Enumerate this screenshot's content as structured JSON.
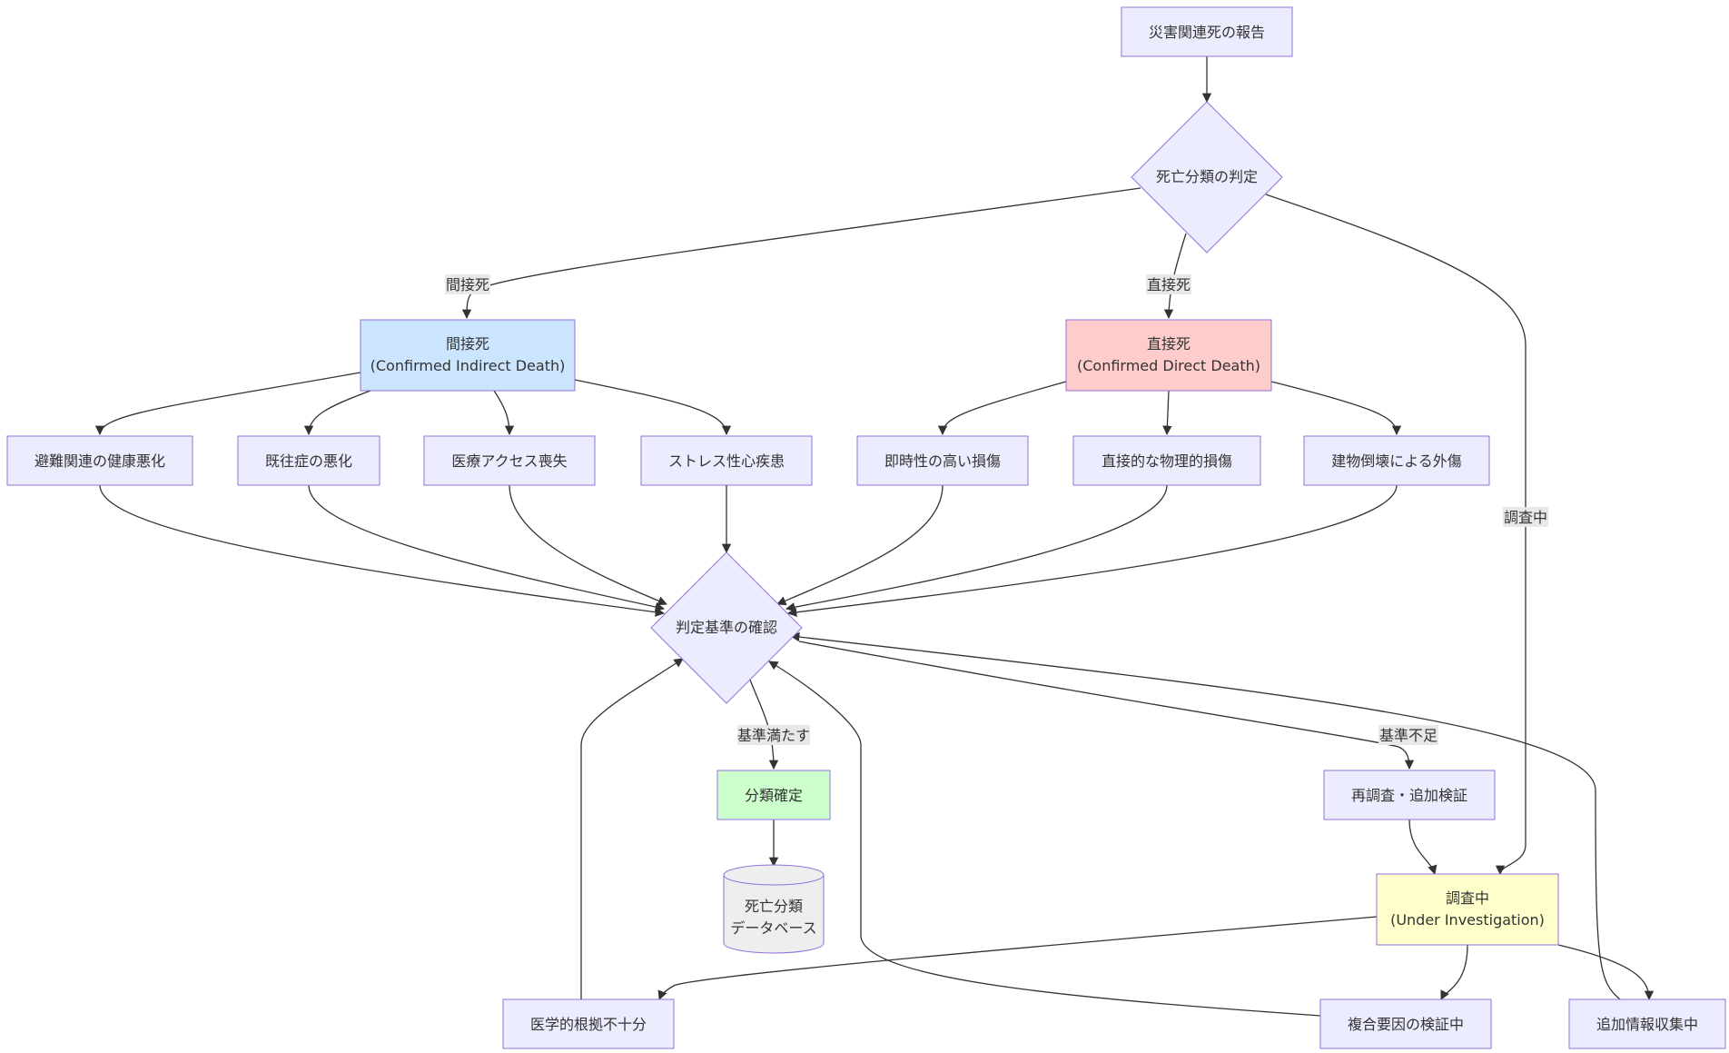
{
  "diagram": {
    "nodes": {
      "report": {
        "lines": [
          "災害関連死の報告"
        ],
        "fill": "#ececff",
        "stroke": "#9370db"
      },
      "classify": {
        "lines": [
          "死亡分類の判定"
        ],
        "fill": "#ececff",
        "stroke": "#9370db"
      },
      "indirect": {
        "lines": [
          "間接死",
          "(Confirmed Indirect Death)"
        ],
        "fill": "#cce5ff",
        "stroke": "#9370db"
      },
      "direct": {
        "lines": [
          "直接死",
          "(Confirmed Direct Death)"
        ],
        "fill": "#ffcccc",
        "stroke": "#9370db"
      },
      "evac": {
        "lines": [
          "避難関連の健康悪化"
        ],
        "fill": "#ececff",
        "stroke": "#9370db"
      },
      "preexist": {
        "lines": [
          "既往症の悪化"
        ],
        "fill": "#ececff",
        "stroke": "#9370db"
      },
      "medaccess": {
        "lines": [
          "医療アクセス喪失"
        ],
        "fill": "#ececff",
        "stroke": "#9370db"
      },
      "stress": {
        "lines": [
          "ストレス性心疾患"
        ],
        "fill": "#ececff",
        "stroke": "#9370db"
      },
      "immediate": {
        "lines": [
          "即時性の高い損傷"
        ],
        "fill": "#ececff",
        "stroke": "#9370db"
      },
      "physical": {
        "lines": [
          "直接的な物理的損傷"
        ],
        "fill": "#ececff",
        "stroke": "#9370db"
      },
      "collapse": {
        "lines": [
          "建物倒壊による外傷"
        ],
        "fill": "#ececff",
        "stroke": "#9370db"
      },
      "criteria": {
        "lines": [
          "判定基準の確認"
        ],
        "fill": "#ececff",
        "stroke": "#9370db"
      },
      "confirmed": {
        "lines": [
          "分類確定"
        ],
        "fill": "#ccffcc",
        "stroke": "#9370db"
      },
      "db": {
        "lines": [
          "死亡分類",
          "データベース"
        ],
        "fill": "#eeeeee",
        "stroke": "#9370db"
      },
      "reinvest": {
        "lines": [
          "再調査・追加検証"
        ],
        "fill": "#ececff",
        "stroke": "#9370db"
      },
      "investigating": {
        "lines": [
          "調査中",
          "(Under Investigation)"
        ],
        "fill": "#ffffcc",
        "stroke": "#9370db"
      },
      "insufficient": {
        "lines": [
          "医学的根拠不十分"
        ],
        "fill": "#ececff",
        "stroke": "#9370db"
      },
      "multifactor": {
        "lines": [
          "複合要因の検証中"
        ],
        "fill": "#ececff",
        "stroke": "#9370db"
      },
      "moreinfo": {
        "lines": [
          "追加情報収集中"
        ],
        "fill": "#ececff",
        "stroke": "#9370db"
      }
    },
    "edge_labels": {
      "to_indirect": "間接死",
      "to_direct": "直接死",
      "to_investigating": "調査中",
      "criteria_met": "基準満たす",
      "criteria_unmet": "基準不足"
    },
    "colors": {
      "edge": "#333333",
      "node_stroke": "#9370db",
      "label_bg": "#e8e8e8"
    }
  }
}
